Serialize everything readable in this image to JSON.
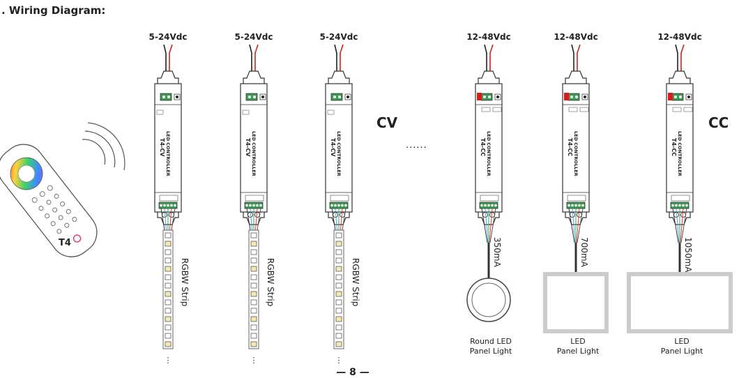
{
  "section_title": ". Wiring Diagram:",
  "remote": {
    "label": "T4"
  },
  "groups": {
    "cv": "CV",
    "cc": "CC"
  },
  "ellipsis": "......",
  "page_number": "— 8 —",
  "controller_text": {
    "line1": "LED CONTROLLER"
  },
  "controllers": [
    {
      "voltage": "5-24Vdc",
      "model": "T4-CV",
      "load": "RGBW Strip",
      "current": ""
    },
    {
      "voltage": "5-24Vdc",
      "model": "T4-CV",
      "load": "RGBW Strip",
      "current": ""
    },
    {
      "voltage": "5-24Vdc",
      "model": "T4-CV",
      "load": "RGBW Strip",
      "current": ""
    },
    {
      "voltage": "12-48Vdc",
      "model": "T4-CC",
      "load": "Round LED Panel Light",
      "current": "350mA"
    },
    {
      "voltage": "12-48Vdc",
      "model": "T4-CC",
      "load": "LED Panel Light",
      "current": "700mA"
    },
    {
      "voltage": "12-48Vdc",
      "model": "T4-CC",
      "load": "LED Panel Light",
      "current": "1050mA"
    }
  ],
  "colors": {
    "wire_red": "#cc2222",
    "terminal_green": "#3f9a55",
    "cc_red": "#d81b1b",
    "body": "#ffffff",
    "outline": "#333333",
    "panel_fill": "#cccccc"
  }
}
